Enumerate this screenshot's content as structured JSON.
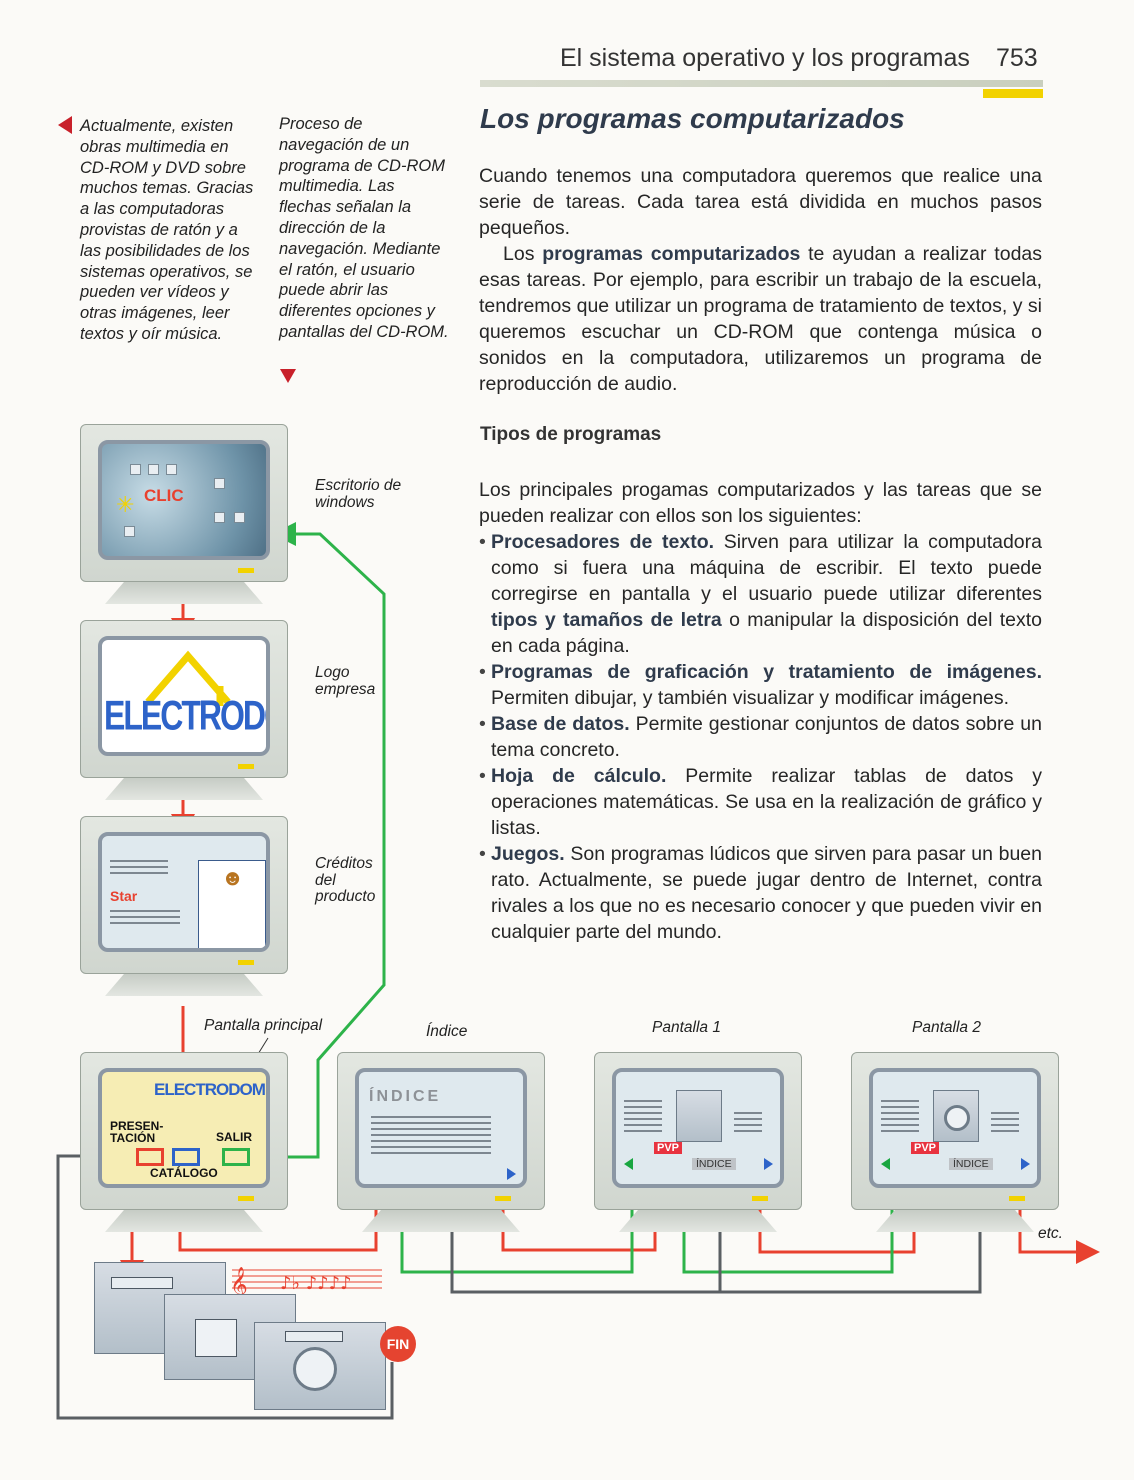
{
  "header": {
    "title": "El sistema operativo y los programas",
    "page_number": "753"
  },
  "sidebar": {
    "left_caption": "Actualmente, existen obras multimedia en CD-ROM y DVD sobre muchos temas. Gracias a las computadoras provistas de ratón y a las posibilidades de los sistemas operativos, se pueden ver vídeos y otras imágenes, leer textos y oír música.",
    "middle_caption": "Proceso de navegación de un programa de CD-ROM multimedia. Las flechas señalan la dirección de la navegación. Mediante el ratón, el usuario puede abrir las diferentes opciones y pantallas del CD-ROM."
  },
  "article": {
    "title": "Los programas computarizados",
    "intro_p1": "Cuando tenemos una computadora queremos que realice una serie de tareas. Cada tarea está dividida en muchos pasos pequeños.",
    "intro_p2_a": "Los ",
    "intro_p2_bold": "programas computarizados",
    "intro_p2_b": " te ayudan a realizar todas esas tareas. Por ejemplo, para escribir un trabajo de la escuela, tendremos que utilizar un programa de tratamiento de textos, y si queremos escuchar un CD-ROM que contenga música o sonidos en la computadora, utilizaremos un programa de reproducción de audio.",
    "subheading": "Tipos de programas",
    "types_intro": "Los principales progamas computarizados y las tareas que se pueden realizar con ellos son los siguientes:",
    "items": [
      {
        "bold": "Procesadores de texto.",
        "text_a": " Sirven para utilizar la computadora como si fuera una máquina de escribir. El texto puede corregirse en pantalla y el usuario puede utilizar diferentes ",
        "bold2": "tipos y tamaños de letra",
        "text_b": " o manipular la disposición del texto en cada página."
      },
      {
        "bold": "Programas de graficación y tratamiento de imágenes.",
        "text_a": " Permiten dibujar, y también visualizar y modificar imágenes."
      },
      {
        "bold": "Base de datos.",
        "text_a": " Permite gestionar conjuntos de datos sobre un tema concreto."
      },
      {
        "bold": "Hoja de cálculo.",
        "text_a": " Permite realizar tablas de datos y operaciones matemáticas. Se usa en la realización de gráfico y listas."
      },
      {
        "bold": "Juegos.",
        "text_a": " Son programas lúdicos que sirven para pasar un buen rato. Actualmente, se puede jugar dentro de Internet, contra rivales a los que no es necesario conocer y que pueden vivir en cualquier parte del mundo."
      }
    ]
  },
  "diagram": {
    "captions": {
      "desktop": "Escritorio de windows",
      "logo": "Logo empresa",
      "credits": "Créditos del producto",
      "main": "Pantalla principal",
      "index": "Índice",
      "screen1": "Pantalla 1",
      "screen2": "Pantalla 2",
      "etc": "etc."
    },
    "screen_text": {
      "clic": "CLIC",
      "logo": "ELECTRODOM",
      "credits_word": "Star",
      "main_brand": "ELECTRODOM",
      "presentacion": "PRESEN-TACIÓN",
      "salir": "SALIR",
      "catalogo": "CATÁLOGO",
      "index_title": "ÍNDICE",
      "pvp": "PVP",
      "index_button": "ÍNDICE",
      "fin": "FIN"
    },
    "arrow_colors": {
      "red": "#e8412f",
      "green": "#2db34a",
      "grey": "#5a5f63",
      "yellow": "#f2d200"
    }
  }
}
